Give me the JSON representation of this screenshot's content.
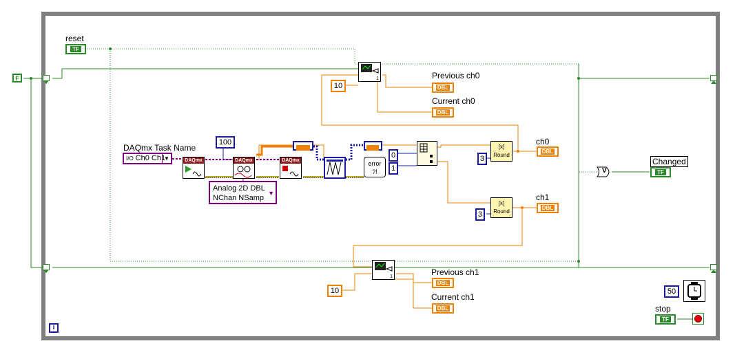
{
  "diagram": {
    "reset_label": "reset",
    "f_constant": "F",
    "task_name_label": "DAQmx Task Name",
    "task_name_value": "Ch0 Ch1",
    "samples_constant": "100",
    "daqmx_header": "DAQmx",
    "poly_selector": "Analog 2D DBL NChan NSamp",
    "error_label": "error",
    "index_0": "0",
    "index_1": "1",
    "feedback_init_top": "10",
    "feedback_init_bottom": "10",
    "round_digits_ch0": "3",
    "round_digits_ch1": "3",
    "round_text": "Round",
    "round_symbol": "[x]",
    "previous_ch0": "Previous ch0",
    "current_ch0": "Current ch0",
    "previous_ch1": "Previous ch1",
    "current_ch1": "Current ch1",
    "ch0_label": "ch0",
    "ch1_label": "ch1",
    "changed_label": "Changed",
    "or_symbol": "V",
    "wait_ms": "50",
    "stop_label": "stop",
    "iteration_terminal": "i",
    "dbl_tag": "DBL",
    "tf_tag": "TF",
    "feedback_count": "1"
  },
  "colors": {
    "boolean_wire": "#2a8a2a",
    "dbl_wire": "#f08000",
    "i32_wire": "#1a1aa0",
    "task_wire": "#800080",
    "error_wire": "#c8b400",
    "loop_border": "#7f7f7f"
  }
}
